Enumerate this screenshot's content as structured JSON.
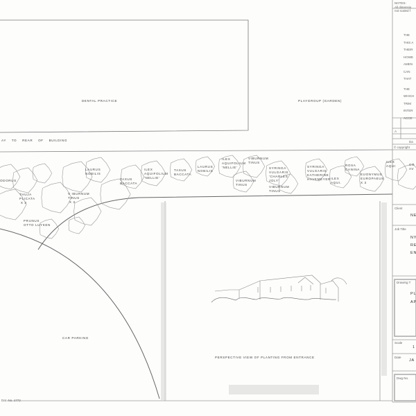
{
  "plan": {
    "dental_practice": "DENTAL PRACTICE",
    "playgroup_garden": "PLAYGROUP (GARDEN)",
    "access": "AY TO REAR OF BUILDING",
    "car_parking": "CAR PARKING",
    "perspective_caption": "PERSPECTIVE VIEW OF PLANTING FROM ENTRANCE",
    "plants": [
      "ODORUS",
      "THUJA\nPLICATA\n X 3",
      "PRUNUS\nOTTO LUYKEN",
      "V IBURNUM\nTINUS\n X 3",
      "LAURUS\nNOBILIS",
      "TAXUS\nBACCATA",
      "ILEX\nAQUIFOLIUM\n'NELLIE'",
      "TAXUS\nBACCATA",
      "LAURUS\nNOBILIS",
      "ILEX\nAQUIFOLIUM\n'NELLIE'",
      "VIBURNUM\nTINUS",
      "VIBURNUM\nTINUS",
      "SYRINGA\nVULGARIS\n'CHARLES\nJOLY'",
      "VIBURNUM\nTINUS",
      "SYRINGA\nVULGARIS\nKATHERINE\nHAVEMEYER",
      "ILEX\nAQUI.",
      "ROSA\nCANINA",
      "EUONYMUS\nEUROPAEUS\nX 3",
      "ILEX\nAQUI",
      "CO\nAV"
    ],
    "footer_ref": "Dat. No. 1772"
  },
  "title_block": {
    "notes_label": "NOTES:",
    "notes_sub": "All dimensio\nnot scaled f",
    "notes_lines": [
      "THE",
      "THIS A",
      "THEIR",
      "HOWE",
      "AMEN",
      "CAN",
      "THAT",
      "THE",
      "WHICH",
      "TRIM",
      "INTER",
      "ACCE"
    ],
    "revision": "A",
    "date_col": "Da",
    "copyright": "© copyright",
    "client_label": "Client",
    "client_value": "NE",
    "job_title_label": "Job Title",
    "job_title_value": "NY\nRE\nEN",
    "drawing_title_label": "Drawing T",
    "drawing_title_value": "PL\nAP",
    "scale_label": "Scale",
    "scale_value": "1",
    "date_label": "Date",
    "date_value": "JA",
    "dwg_no_label": "Dwg No."
  }
}
